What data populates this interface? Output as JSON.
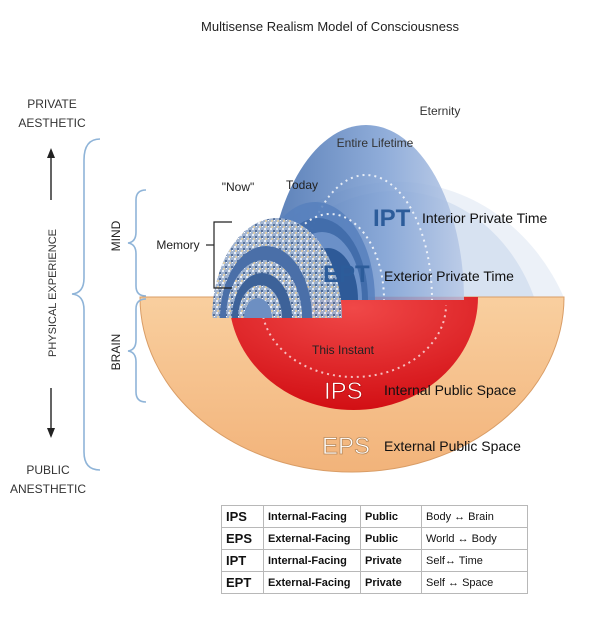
{
  "title": "Multisense Realism Model of Consciousness",
  "left_axis": {
    "top_line1": "PRIVATE",
    "top_line2": "AESTHETIC",
    "middle": "PHYSICAL EXPERIENCE",
    "bottom_line1": "PUBLIC",
    "bottom_line2": "ANESTHETIC"
  },
  "brackets": {
    "mind": "MIND",
    "brain": "BRAIN"
  },
  "labels": {
    "eternity": "Eternity",
    "entire_lifetime": "Entire Lifetime",
    "today": "Today",
    "now": "\"Now\"",
    "memory": "Memory",
    "this_instant": "This Instant"
  },
  "zones": {
    "ipt": {
      "abbr": "IPT",
      "name": "Interior Private Time"
    },
    "ept": {
      "abbr": "EPT",
      "name": "Exterior Private Time"
    },
    "ips": {
      "abbr": "IPS",
      "name": "Internal Public Space"
    },
    "eps": {
      "abbr": "EPS",
      "name": "External Public Space"
    }
  },
  "legend": [
    {
      "abbr": "IPS",
      "facing": "Internal-Facing",
      "scope": "Public",
      "relation": "Body ↔ Brain"
    },
    {
      "abbr": "EPS",
      "facing": "External-Facing",
      "scope": "Public",
      "relation": "World ↔ Body"
    },
    {
      "abbr": "IPT",
      "facing": "Internal-Facing",
      "scope": "Private",
      "relation": "Self↔ Time"
    },
    {
      "abbr": "EPT",
      "facing": "External-Facing",
      "scope": "Private",
      "relation": "Self ↔ Space"
    }
  ],
  "colors": {
    "eps_fill": "#f6c38f",
    "ips_fill": "#e8191d",
    "ipt_blue": "#5f86c4",
    "ept_blue": "#2f5f9f",
    "bracket": "#8fb4d8"
  }
}
